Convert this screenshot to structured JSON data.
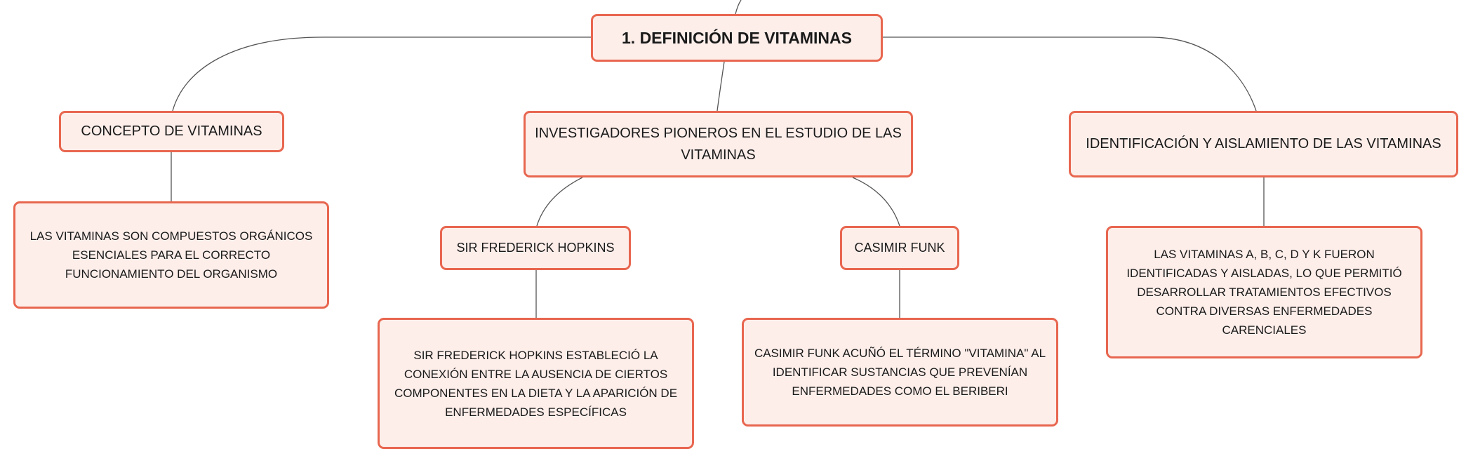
{
  "diagram": {
    "root": "1. DEFINICIÓN DE VITAMINAS",
    "concept": {
      "title": "CONCEPTO DE VITAMINAS",
      "detail": "LAS VITAMINAS SON COMPUESTOS ORGÁNICOS ESENCIALES PARA EL CORRECTO FUNCIONAMIENTO DEL ORGANISMO"
    },
    "pioneers": {
      "title": "INVESTIGADORES PIONEROS EN EL ESTUDIO DE LAS VITAMINAS",
      "hopkins": {
        "title": "SIR FREDERICK HOPKINS",
        "detail": "SIR FREDERICK HOPKINS ESTABLECIÓ LA CONEXIÓN ENTRE LA AUSENCIA DE CIERTOS COMPONENTES EN LA DIETA Y LA APARICIÓN DE ENFERMEDADES ESPECÍFICAS"
      },
      "funk": {
        "title": "CASIMIR FUNK",
        "detail": "CASIMIR FUNK ACUÑÓ EL TÉRMINO \"VITAMINA\" AL IDENTIFICAR SUSTANCIAS QUE PREVENÍAN ENFERMEDADES COMO EL BERIBERI"
      }
    },
    "identification": {
      "title": "IDENTIFICACIÓN Y AISLAMIENTO DE LAS VITAMINAS",
      "detail": "LAS VITAMINAS A, B, C, D Y K FUERON IDENTIFICADAS Y AISLADAS, LO QUE PERMITIÓ DESARROLLAR TRATAMIENTOS EFECTIVOS CONTRA DIVERSAS ENFERMEDADES CARENCIALES"
    }
  },
  "colors": {
    "node_fill": "#fdeeea",
    "node_border": "#e8664f",
    "connector": "#555555"
  }
}
